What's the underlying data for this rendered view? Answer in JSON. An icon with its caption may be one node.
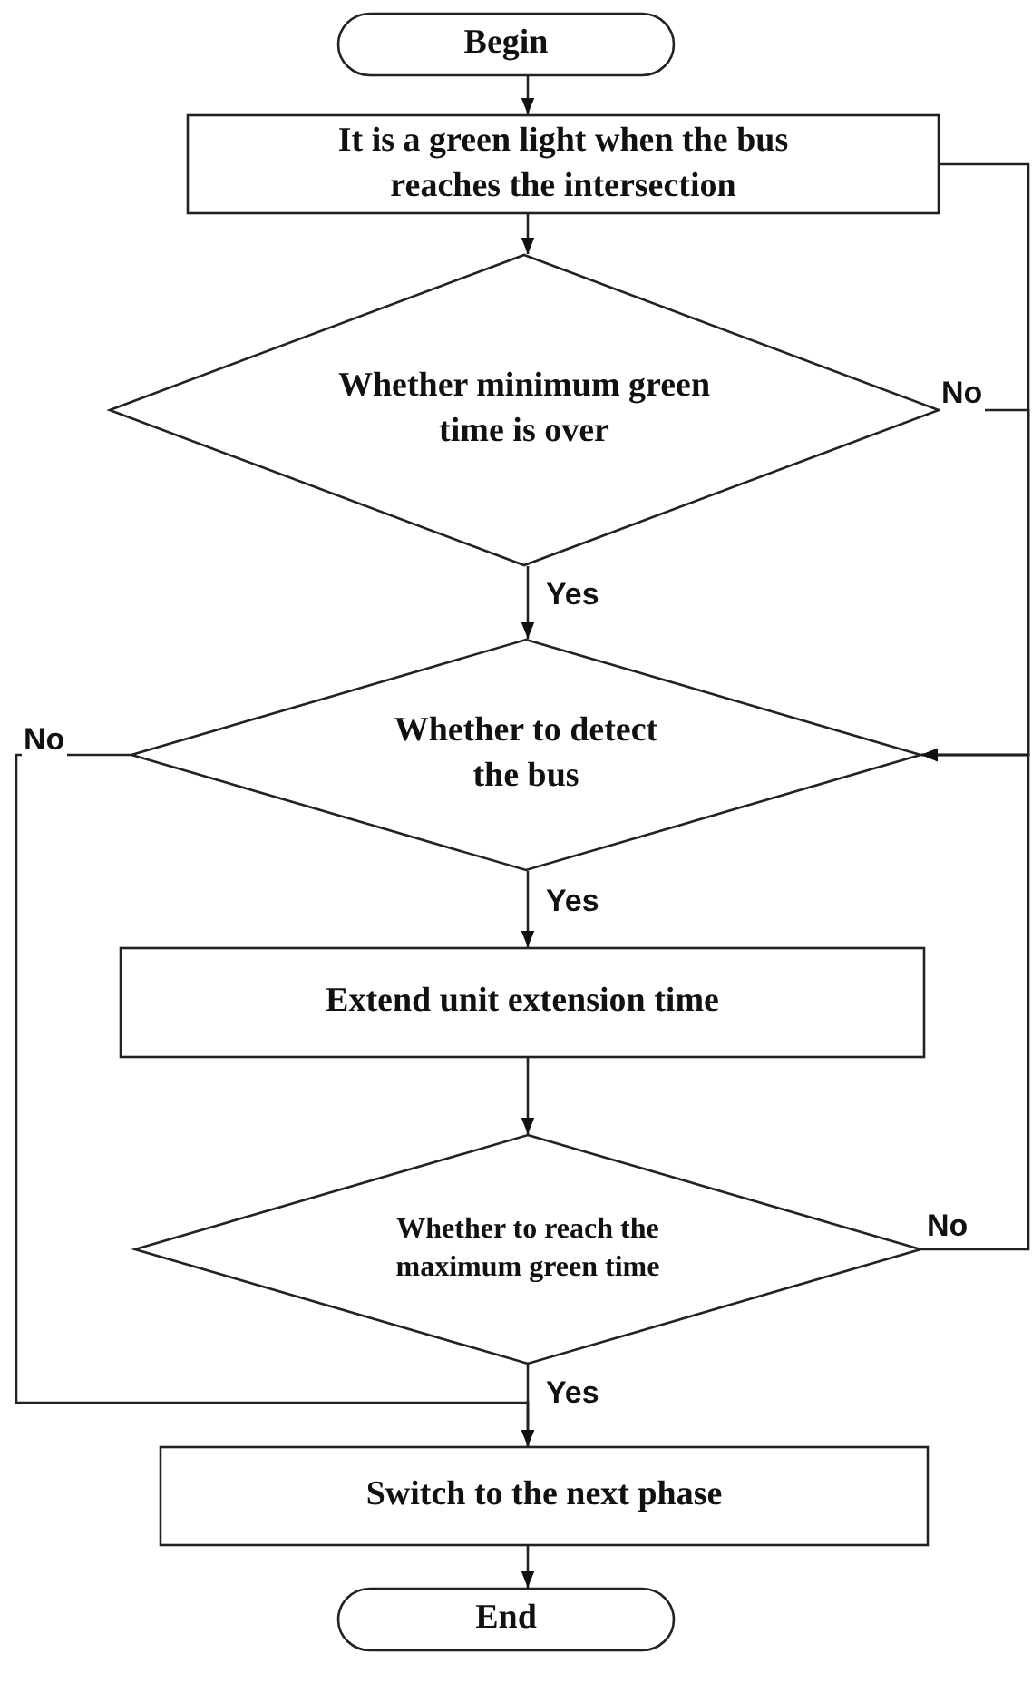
{
  "diagram": {
    "nodes": [
      {
        "text": [
          "Begin"
        ]
      },
      {
        "text": [
          "It is a green light when the bus reaches the intersection"
        ]
      },
      {
        "text": [
          "Whether minimum green time is over"
        ]
      },
      {
        "text": [
          "Whether to detect the bus"
        ]
      },
      {
        "text": [
          "Extend unit extension time"
        ]
      },
      {
        "text": [
          "Whether to reach the maximum green time"
        ]
      },
      {
        "text": [
          "Switch to the next phase"
        ]
      },
      {
        "text": [
          "End"
        ]
      }
    ],
    "edges": [
      {
        "from": 0,
        "to": 1,
        "arrow": "to"
      },
      {
        "from": 1,
        "to": 2,
        "arrow": "to"
      },
      {
        "from": 2,
        "to": 3,
        "arrow": "to",
        "label": "Yes"
      },
      {
        "from": 3,
        "to": 4,
        "arrow": "to",
        "label": "Yes"
      },
      {
        "from": 4,
        "to": 5,
        "arrow": "to"
      },
      {
        "from": 5,
        "to": 6,
        "arrow": "to",
        "label": "Yes"
      },
      {
        "from": 6,
        "to": 7,
        "arrow": "to"
      },
      {
        "from": 1,
        "to": 3,
        "arrow": "to"
      },
      {
        "from": 2,
        "to": 3,
        "arrow": "to",
        "label": "No"
      },
      {
        "from": 5,
        "to": 3,
        "arrow": "to",
        "label": "No"
      },
      {
        "from": 3,
        "to": 6,
        "arrow": "to",
        "label": "No"
      }
    ]
  }
}
